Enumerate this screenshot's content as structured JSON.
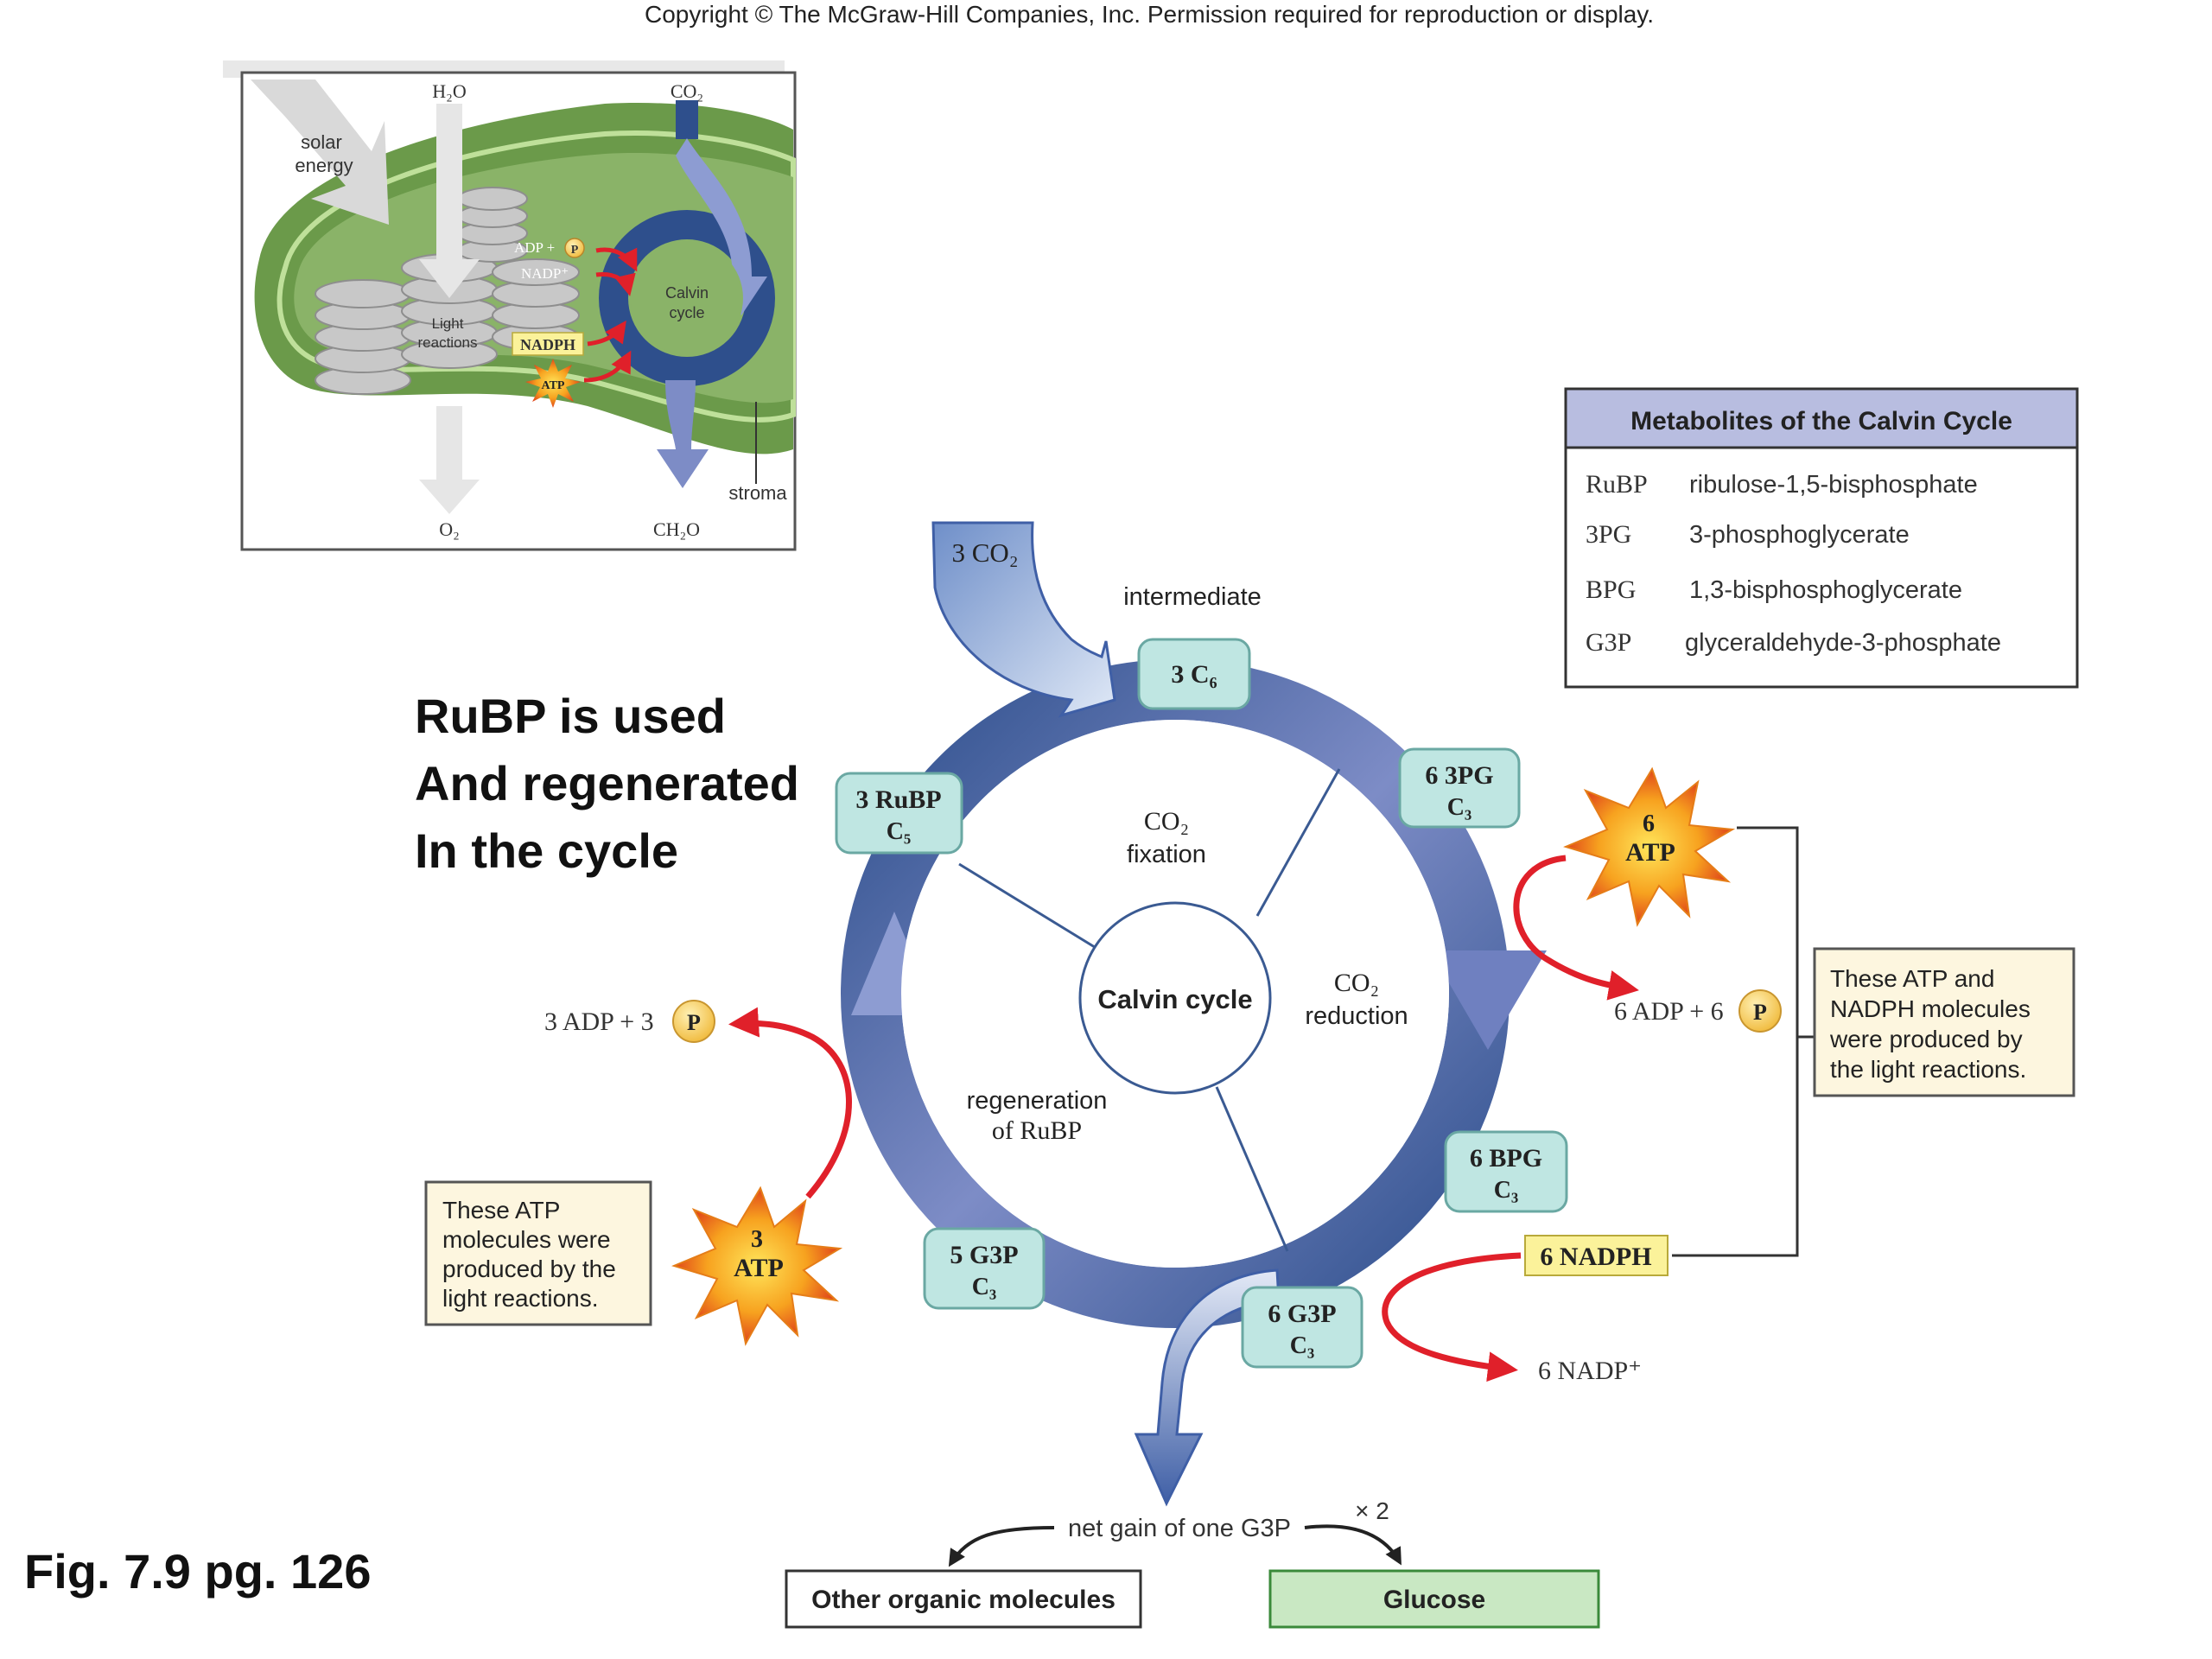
{
  "copyright": "Copyright © The McGraw-Hill Companies, Inc. Permission required for reproduction or display.",
  "overview": {
    "h2o": "H₂O",
    "co2": "CO₂",
    "solar_energy_1": "solar",
    "solar_energy_2": "energy",
    "adp_p": "ADP +",
    "p": "P",
    "nadp": "NADP⁺",
    "light_reactions_1": "Light",
    "light_reactions_2": "reactions",
    "nadph": "NADPH",
    "atp": "ATP",
    "calvin_1": "Calvin",
    "calvin_2": "cycle",
    "stroma": "stroma",
    "o2": "O₂",
    "ch2o": "CH₂O"
  },
  "metabolites_table": {
    "header": "Metabolites of the Calvin Cycle",
    "rows": [
      {
        "abbr": "RuBP",
        "name": "ribulose-1,5-bisphosphate"
      },
      {
        "abbr": "3PG",
        "name": "3-phosphoglycerate"
      },
      {
        "abbr": "BPG",
        "name": "1,3-bisphosphoglycerate"
      },
      {
        "abbr": "G3P",
        "name": "glyceraldehyde-3-phosphate"
      }
    ]
  },
  "annotation": [
    "RuBP is used",
    "And regenerated",
    "In the cycle"
  ],
  "figure_ref": "Fig. 7.9 pg. 126",
  "cycle": {
    "input_co2": "3 CO₂",
    "intermediate_label": "intermediate",
    "center_label": "Calvin cycle",
    "stage_fixation": [
      "CO₂",
      "fixation"
    ],
    "stage_reduction": [
      "CO₂",
      "reduction"
    ],
    "stage_regeneration": [
      "regeneration",
      "of RuBP"
    ],
    "nodes": {
      "c6": {
        "top": "3 C₆",
        "bottom": ""
      },
      "pg": {
        "top": "6 3PG",
        "bottom": "C₃"
      },
      "bpg": {
        "top": "6 BPG",
        "bottom": "C₃"
      },
      "g3p6": {
        "top": "6 G3P",
        "bottom": "C₃"
      },
      "g3p5": {
        "top": "5 G3P",
        "bottom": "C₃"
      },
      "rubp": {
        "top": "3 RuBP",
        "bottom": "C₅"
      }
    }
  },
  "energy": {
    "atp6_num": "6",
    "atp_label": "ATP",
    "adp6": "6 ADP + 6",
    "p": "P",
    "nadph6": "6 NADPH",
    "nadp6": "6 NADP⁺",
    "atp3_num": "3",
    "adp3": "3 ADP + 3",
    "note_right": [
      "These ATP and",
      "NADPH molecules",
      "were produced by",
      "the light reactions."
    ],
    "note_left": [
      "These ATP",
      "molecules were",
      "produced by the",
      "light reactions."
    ]
  },
  "output": {
    "net_gain": "net gain of one G3P",
    "times2": "× 2",
    "other": "Other organic molecules",
    "glucose": "Glucose"
  },
  "colors": {
    "cycle_dark": "#2e4f8c",
    "cycle_light": "#a7b1db",
    "node_fill": "#bfe6e2",
    "table_header": "#b8bde0",
    "red_arrow": "#e0202a",
    "atp_burst": "#f39a1c",
    "nadph_fill": "#fbf29a",
    "note_fill": "#fdf6df",
    "glucose_fill": "#c9e8c3",
    "chloroplast_green": "#6b9a4a"
  }
}
